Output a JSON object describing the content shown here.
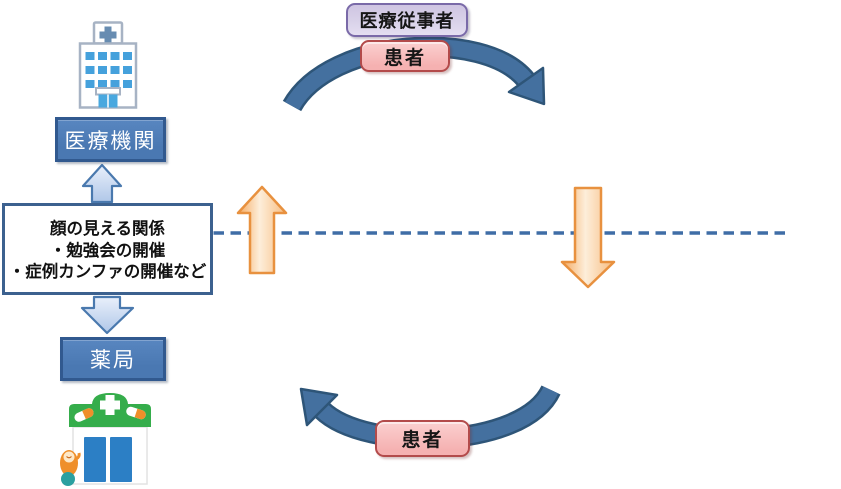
{
  "diagram": {
    "left_column": {
      "hospital_icon": "hospital-building-icon",
      "medical_institution_label": "医療機関",
      "relationship_box_lines": [
        "顔の見える関係",
        "・勉強会の開催",
        "・症例カンファの開催など"
      ],
      "pharmacy_label": "薬局",
      "pharmacy_icon": "pharmacy-storefront-icon"
    },
    "center": {
      "medical_staff_label": "医療従事者",
      "patient_top_label": "患者",
      "patient_bottom_label": "患者"
    },
    "arrows": {
      "top_arc_direction": "left-to-right",
      "bottom_arc_direction": "right-to-left",
      "left_orange_arrow_direction": "up",
      "right_orange_arrow_direction": "down",
      "light_blue_arrow_top_direction": "up",
      "light_blue_arrow_bottom_direction": "down",
      "divider_style": "horizontal dashed line"
    }
  },
  "colors": {
    "box-blue": "#4a78b2",
    "box-blue-border": "#31598f",
    "info-border": "#3c618f",
    "light-arrow-border": "#4a79ae",
    "light-arrow-fill": "#d4e2f5",
    "arc-fill": "#44709f",
    "arc-border": "#2e5578",
    "dash": "#3f6da6",
    "orange-border": "#e8913f",
    "orange-fill": "#f9c68d",
    "orange-light": "#fdeeda",
    "purple-fill": "#d9d2e9",
    "purple-border": "#7a6aa8",
    "pink-fill": "#f5b1b1",
    "pink-border": "#b34b4b"
  }
}
